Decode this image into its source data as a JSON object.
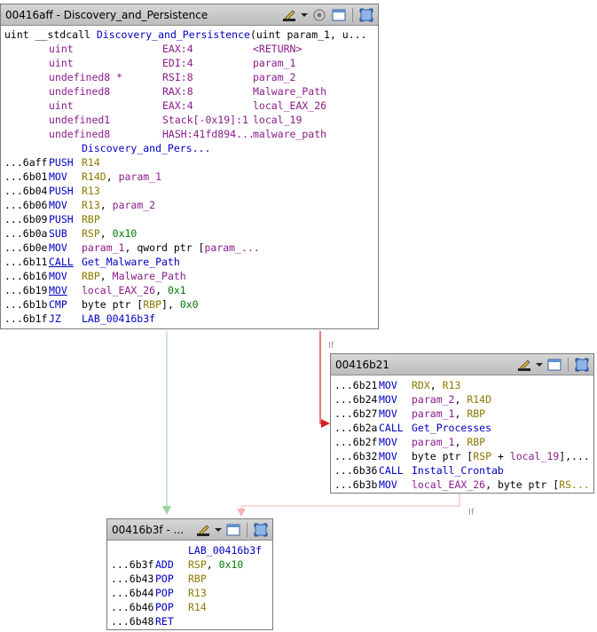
{
  "edges": {
    "label_a": "If",
    "label_b": "If"
  },
  "block1": {
    "title": "00416aff - Discovery_and_Persistence",
    "signature": {
      "prefix": "uint __stdcall ",
      "name": "Discovery_and_Persistence",
      "rest": "(uint param_1, u..."
    },
    "vars": [
      {
        "type": "uint",
        "loc": "EAX:4",
        "name": "<RETURN>"
      },
      {
        "type": "uint",
        "loc": "EDI:4",
        "name": "param_1"
      },
      {
        "type": "undefined8 *",
        "loc": "RSI:8",
        "name": "param_2"
      },
      {
        "type": "undefined8",
        "loc": "RAX:8",
        "name": "Malware_Path"
      },
      {
        "type": "uint",
        "loc": "EAX:4",
        "name": "local_EAX_26"
      },
      {
        "type": "undefined1",
        "loc": "Stack[-0x19]:1",
        "name": "local_19"
      },
      {
        "type": "undefined8",
        "loc": "HASH:41fd894...",
        "name": "malware_path"
      }
    ],
    "label": "Discovery_and_Pers...",
    "instrs": [
      {
        "addr": "...6aff",
        "mn": "PUSH",
        "ops": [
          [
            "R14",
            "olive"
          ]
        ]
      },
      {
        "addr": "...6b01",
        "mn": "MOV",
        "ops": [
          [
            "R14D",
            "olive"
          ],
          [
            ", ",
            ""
          ],
          [
            "param_1",
            "purple"
          ]
        ]
      },
      {
        "addr": "...6b04",
        "mn": "PUSH",
        "ops": [
          [
            "R13",
            "olive"
          ]
        ]
      },
      {
        "addr": "...6b06",
        "mn": "MOV",
        "ops": [
          [
            "R13",
            "olive"
          ],
          [
            ", ",
            ""
          ],
          [
            "param_2",
            "purple"
          ]
        ]
      },
      {
        "addr": "...6b09",
        "mn": "PUSH",
        "ops": [
          [
            "RBP",
            "olive"
          ]
        ]
      },
      {
        "addr": "...6b0a",
        "mn": "SUB",
        "ops": [
          [
            "RSP",
            "olive"
          ],
          [
            ", ",
            ""
          ],
          [
            "0x10",
            "green"
          ]
        ]
      },
      {
        "addr": "...6b0e",
        "mn": "MOV",
        "ops": [
          [
            "param_1",
            "purple"
          ],
          [
            ", qword ptr [",
            ""
          ],
          [
            "param_...",
            "purple"
          ]
        ]
      },
      {
        "addr": "...6b11",
        "mn": "CALL",
        "mnul": true,
        "ops": [
          [
            "Get_Malware_Path",
            "blue"
          ]
        ]
      },
      {
        "addr": "...6b16",
        "mn": "MOV",
        "ops": [
          [
            "RBP",
            "olive"
          ],
          [
            ", ",
            ""
          ],
          [
            "Malware_Path",
            "purple"
          ]
        ]
      },
      {
        "addr": "...6b19",
        "mn": "MOV",
        "mnul": true,
        "ops": [
          [
            "local_EAX_26",
            "purple"
          ],
          [
            ", ",
            ""
          ],
          [
            "0x1",
            "green"
          ]
        ]
      },
      {
        "addr": "...6b1b",
        "mn": "CMP",
        "ops": [
          [
            "byte ptr [",
            ""
          ],
          [
            "RBP",
            "olive"
          ],
          [
            "], ",
            ""
          ],
          [
            "0x0",
            "green"
          ]
        ]
      },
      {
        "addr": "...6b1f",
        "mn": "JZ",
        "ops": [
          [
            "LAB_00416b3f",
            "blue"
          ]
        ]
      }
    ]
  },
  "block2": {
    "title": "00416b21",
    "instrs": [
      {
        "addr": "...6b21",
        "mn": "MOV",
        "ops": [
          [
            "RDX",
            "olive"
          ],
          [
            ", ",
            ""
          ],
          [
            "R13",
            "olive"
          ]
        ]
      },
      {
        "addr": "...6b24",
        "mn": "MOV",
        "ops": [
          [
            "param_2",
            "purple"
          ],
          [
            ", ",
            ""
          ],
          [
            "R14D",
            "olive"
          ]
        ]
      },
      {
        "addr": "...6b27",
        "mn": "MOV",
        "ops": [
          [
            "param_1",
            "purple"
          ],
          [
            ", ",
            ""
          ],
          [
            "RBP",
            "olive"
          ]
        ]
      },
      {
        "addr": "...6b2a",
        "mn": "CALL",
        "ops": [
          [
            "Get_Processes",
            "blue"
          ]
        ]
      },
      {
        "addr": "...6b2f",
        "mn": "MOV",
        "ops": [
          [
            "param_1",
            "purple"
          ],
          [
            ", ",
            ""
          ],
          [
            "RBP",
            "olive"
          ]
        ]
      },
      {
        "addr": "...6b32",
        "mn": "MOV",
        "ops": [
          [
            "byte ptr [",
            ""
          ],
          [
            "RSP",
            "olive"
          ],
          [
            " + ",
            ""
          ],
          [
            "local_19",
            "purple"
          ],
          [
            "],...",
            ""
          ]
        ]
      },
      {
        "addr": "...6b36",
        "mn": "CALL",
        "ops": [
          [
            "Install_Crontab",
            "blue"
          ]
        ]
      },
      {
        "addr": "...6b3b",
        "mn": "MOV",
        "ops": [
          [
            "local_EAX_26",
            "purple"
          ],
          [
            ", byte ptr [",
            ""
          ],
          [
            "RS...",
            "olive"
          ]
        ]
      }
    ]
  },
  "block3": {
    "title": "00416b3f - ...",
    "label": "LAB_00416b3f",
    "instrs": [
      {
        "addr": "...6b3f",
        "mn": "ADD",
        "ops": [
          [
            "RSP",
            "olive"
          ],
          [
            ", ",
            ""
          ],
          [
            "0x10",
            "green"
          ]
        ]
      },
      {
        "addr": "...6b43",
        "mn": "POP",
        "ops": [
          [
            "RBP",
            "olive"
          ]
        ]
      },
      {
        "addr": "...6b44",
        "mn": "POP",
        "ops": [
          [
            "R13",
            "olive"
          ]
        ]
      },
      {
        "addr": "...6b46",
        "mn": "POP",
        "ops": [
          [
            "R14",
            "olive"
          ]
        ]
      },
      {
        "addr": "...6b48",
        "mn": "RET",
        "ops": []
      }
    ]
  }
}
